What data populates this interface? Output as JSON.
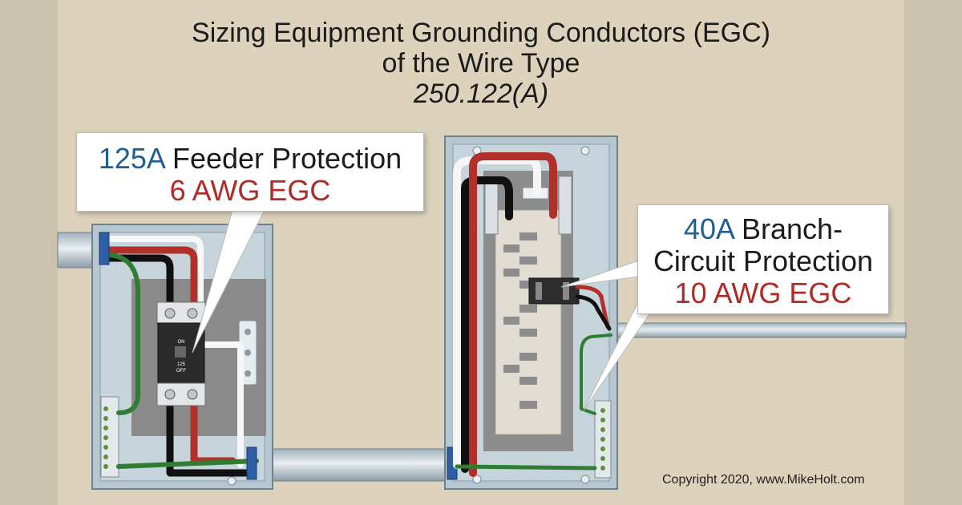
{
  "title": {
    "line1": "Sizing Equipment Grounding Conductors (EGC)",
    "line2": "of the Wire Type",
    "line3": "250.122(A)"
  },
  "feeder_callout": {
    "rating": "125A",
    "label": "Feeder Protection",
    "egc": "6 AWG EGC"
  },
  "branch_callout": {
    "rating": "40A",
    "label_line1": "Branch-",
    "label_line2": "Circuit Protection",
    "egc": "10 AWG EGC"
  },
  "breaker": {
    "on_label": "ON",
    "rating": "125",
    "off_label": "OFF"
  },
  "copyright": "Copyright 2020, www.MikeHolt.com",
  "colors": {
    "background": "#ddd3bd",
    "rating_blue": "#1f5f93",
    "egc_red": "#b22a25",
    "wire_green": "#2f7d32",
    "wire_red": "#b2302a",
    "wire_black": "#111111",
    "enclosure": "#aebfc9"
  }
}
